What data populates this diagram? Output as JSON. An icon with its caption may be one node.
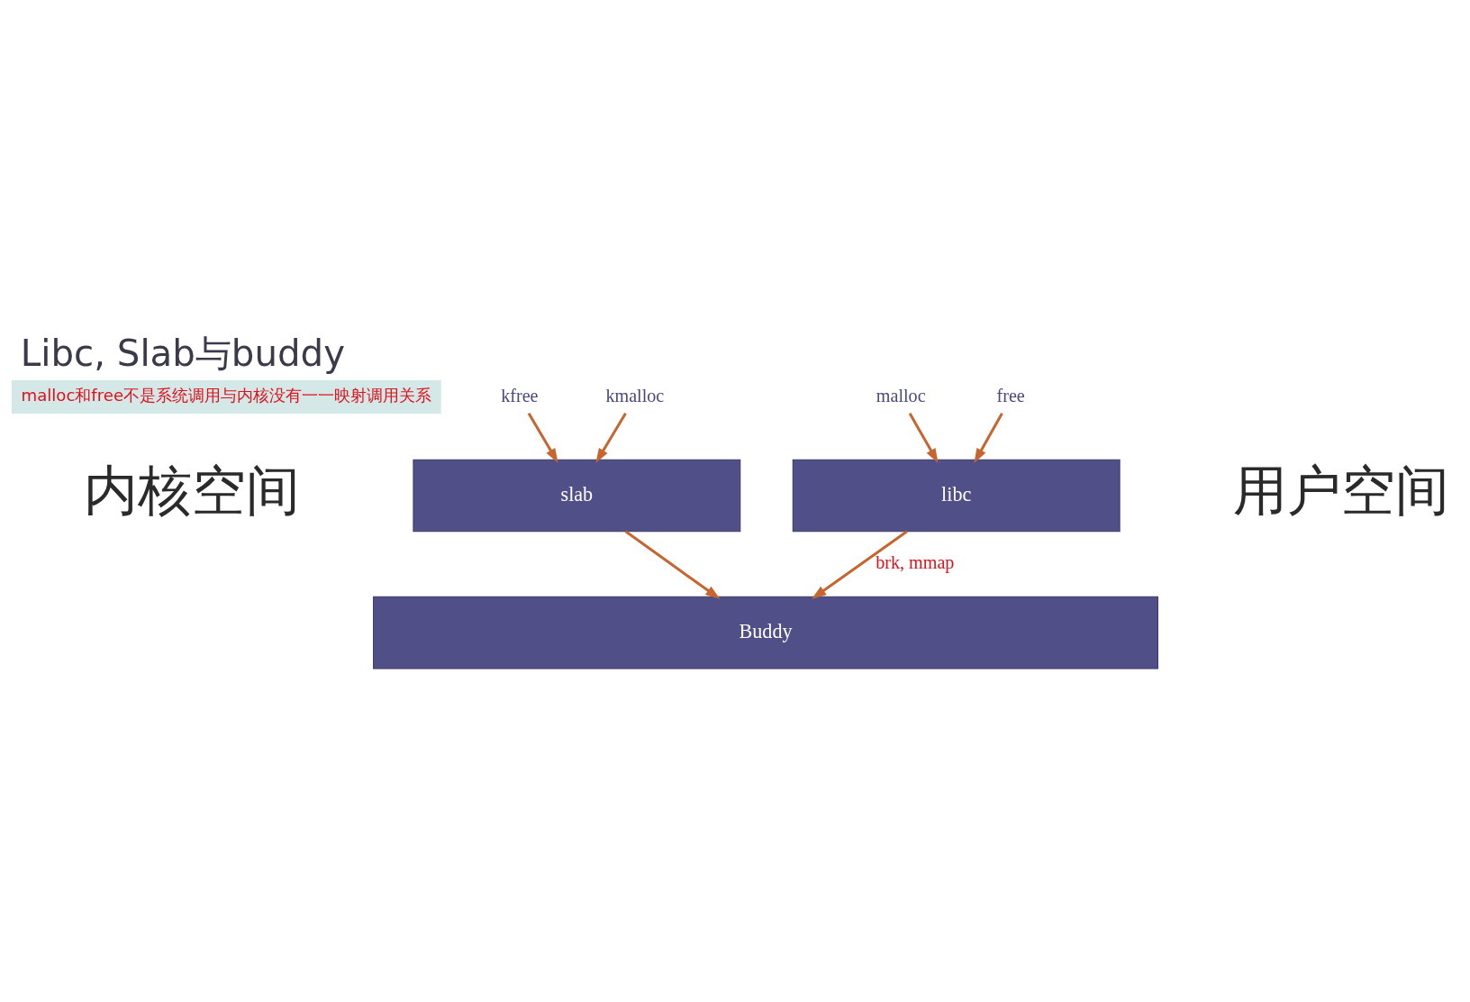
{
  "diagram": {
    "title": "Libc, Slab与buddy",
    "nodes": [
      {
        "text": [
          "malloc和free不是系统调用与内核没有一一映射调用关系"
        ]
      },
      {
        "text": [
          "malloc"
        ]
      },
      {
        "text": [
          "free"
        ]
      },
      {
        "text": [
          "libc"
        ]
      },
      {
        "text": [
          "kmalloc"
        ]
      },
      {
        "text": [
          "kfree"
        ]
      },
      {
        "text": [
          "slab"
        ]
      },
      {
        "text": [
          "Buddy"
        ]
      }
    ],
    "edges": [
      {
        "from": 1,
        "to": 3,
        "arrow": "to"
      },
      {
        "from": 2,
        "to": 3,
        "arrow": "to"
      },
      {
        "from": 3,
        "to": 7,
        "arrow": "to",
        "label": "brk, mmap"
      },
      {
        "from": 4,
        "to": 6,
        "arrow": "to"
      },
      {
        "from": 5,
        "to": 6,
        "arrow": "to"
      },
      {
        "from": 6,
        "to": 7,
        "arrow": "to"
      }
    ],
    "labels": [
      "用户空间",
      "内核空间"
    ]
  }
}
